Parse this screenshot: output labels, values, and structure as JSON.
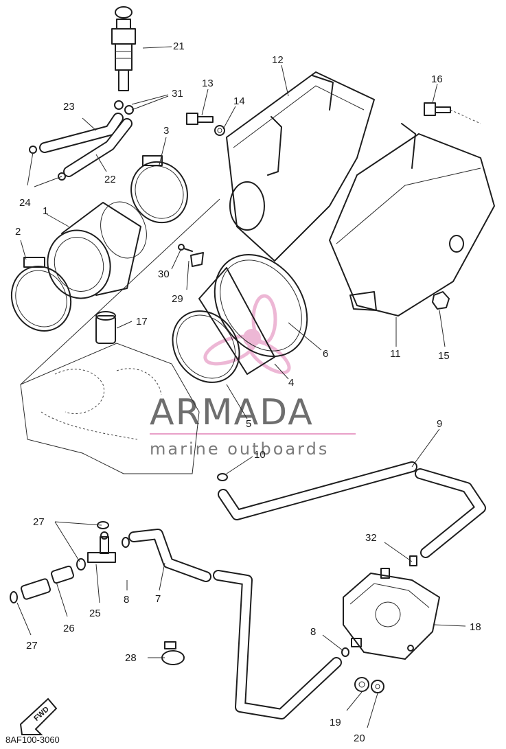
{
  "diagram": {
    "drawing_code": "8AF100-3060",
    "fwd_label": "FWD",
    "watermark": {
      "title": "ARMADA",
      "subtitle": "marine outboards",
      "accent": "#e8a0c8",
      "text_color": "#6e6e6e"
    },
    "ink_color": "#1e1e1e",
    "callouts": {
      "p1": "1",
      "p2": "2",
      "p3": "3",
      "p4": "4",
      "p5": "5",
      "p6": "6",
      "p7": "7",
      "p8a": "8",
      "p8b": "8",
      "p9": "9",
      "p10": "10",
      "p11": "11",
      "p12": "12",
      "p13": "13",
      "p14": "14",
      "p15": "15",
      "p16": "16",
      "p17": "17",
      "p18": "18",
      "p19": "19",
      "p20": "20",
      "p21": "21",
      "p22": "22",
      "p23": "23",
      "p24": "24",
      "p25": "25",
      "p26": "26",
      "p27a": "27",
      "p27b": "27",
      "p28": "28",
      "p29": "29",
      "p30": "30",
      "p31": "31",
      "p32": "32"
    }
  }
}
